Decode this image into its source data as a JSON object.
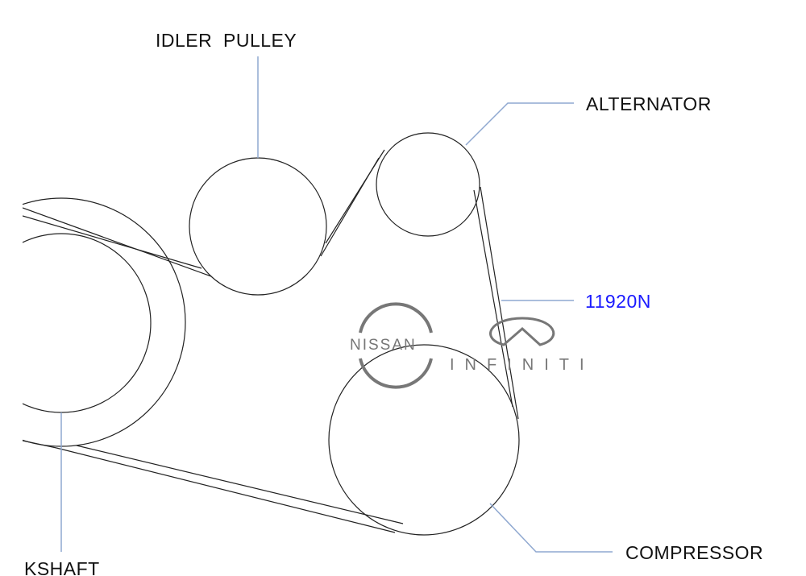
{
  "labels": {
    "idler": "IDLER  PULLEY",
    "alternator": "ALTERNATOR",
    "belt": "11920N",
    "compressor": "COMPRESSOR",
    "crankshaft": "KSHAFT"
  },
  "logos": {
    "nissan": "NISSAN",
    "infiniti": "INFINITI"
  },
  "colors": {
    "leader": "#8fa8d0",
    "belt_label": "#1a1aff",
    "line": "#222222",
    "logo": "#777777"
  }
}
